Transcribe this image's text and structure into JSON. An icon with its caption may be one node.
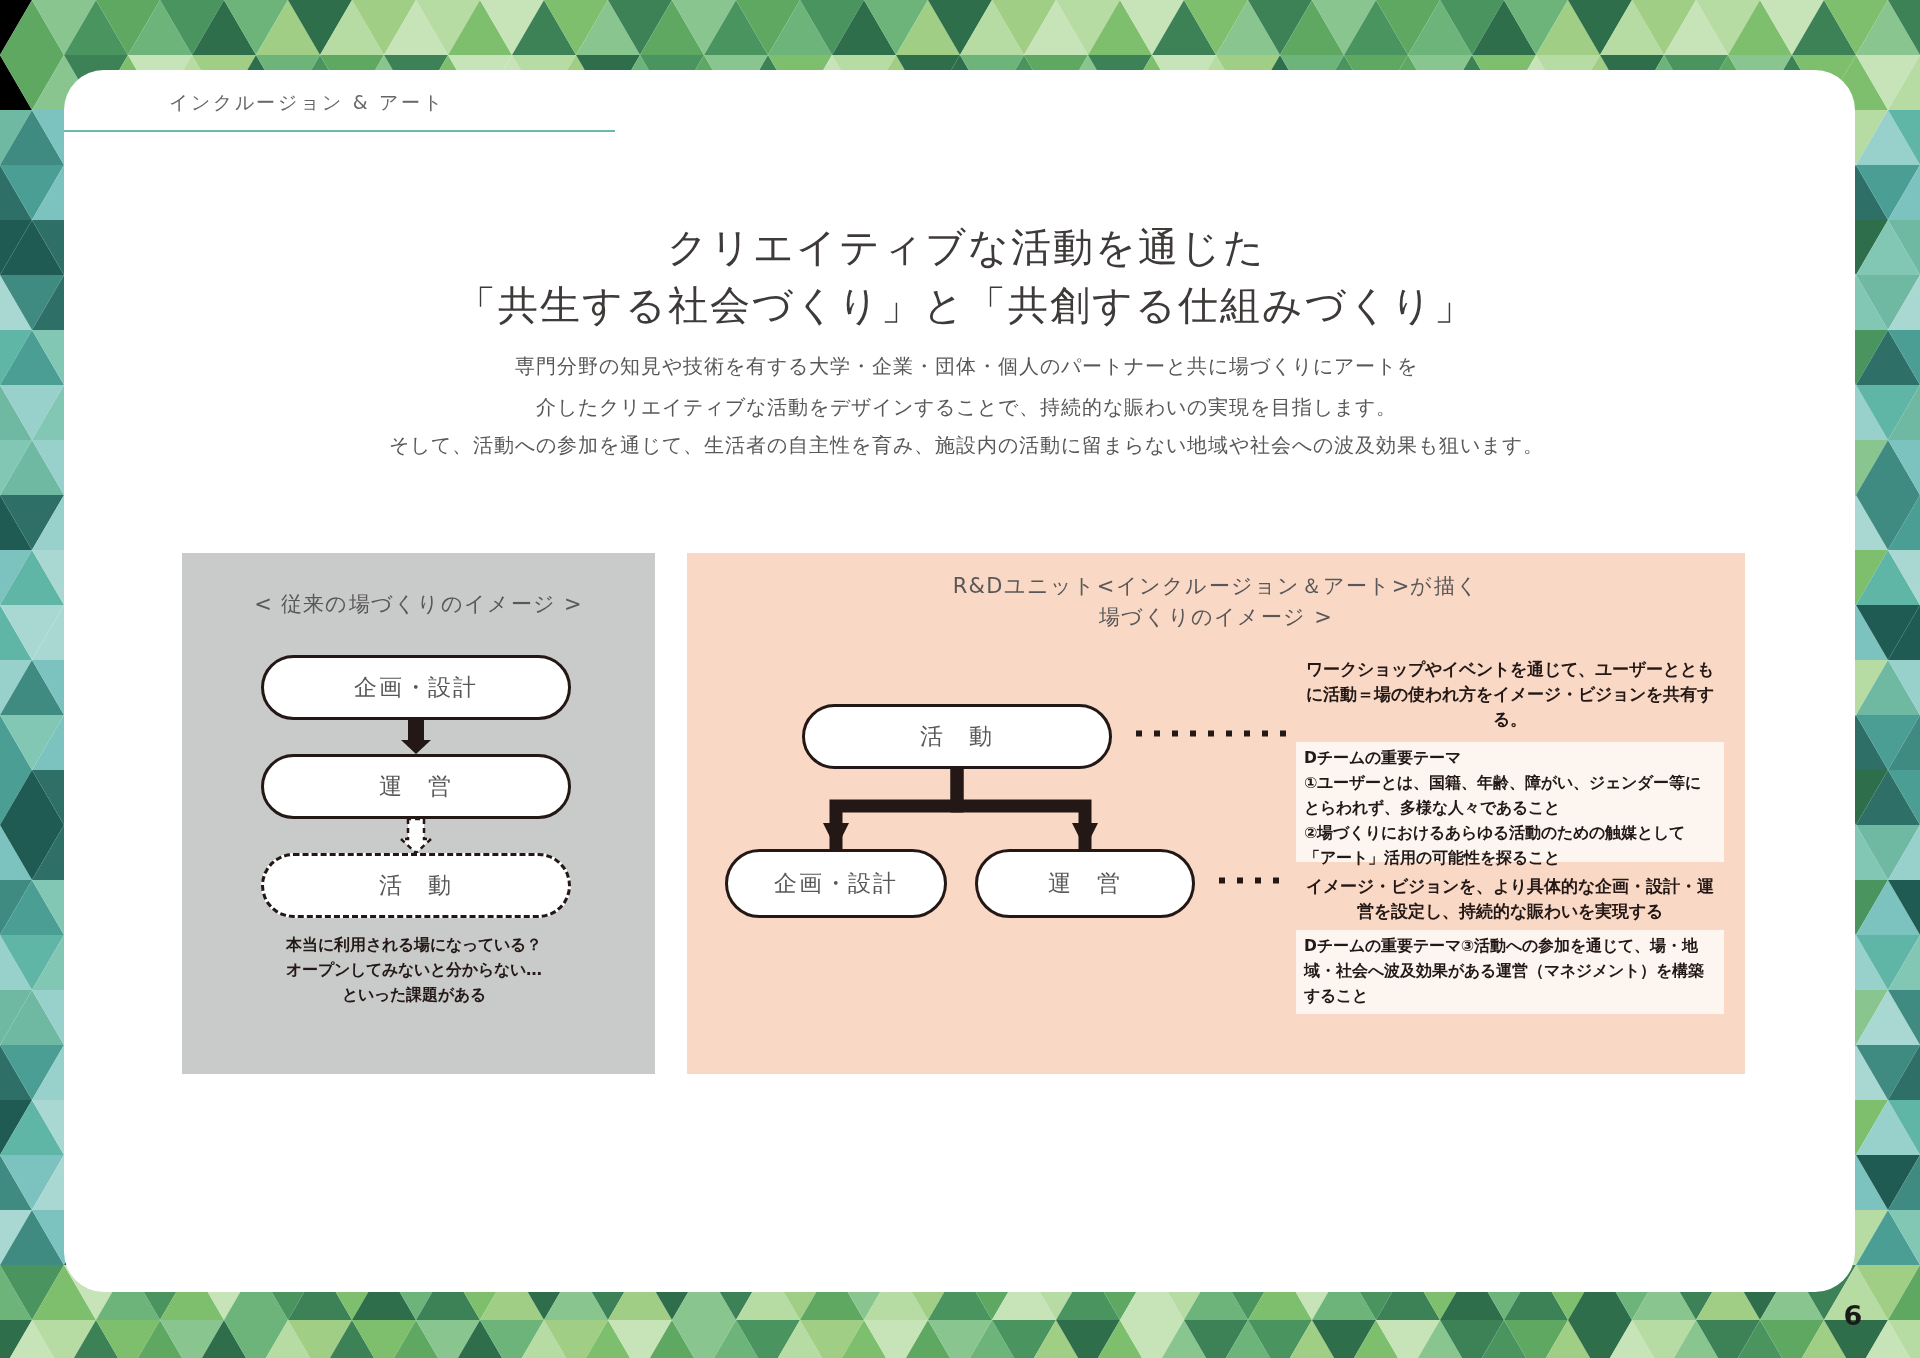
{
  "diagram": {
    "title": "クリエイティブな活動を通じた「共生する社会づくり」と「共創する仕組みづくり」",
    "nodes": [
      {
        "text": [
          "< 従来の場づくりのイメージ >"
        ]
      },
      {
        "text": [
          "企画・設計"
        ],
        "in": 0
      },
      {
        "text": [
          "運　営"
        ],
        "in": 0
      },
      {
        "text": [
          "活　動"
        ],
        "in": 0
      },
      {
        "text": [
          "R&Dユニット<インクルージョン＆アート>が描く場づくりのイメージ >"
        ]
      },
      {
        "text": [
          "活　動"
        ],
        "in": 4
      },
      {
        "text": [
          "企画・設計"
        ],
        "in": 4
      },
      {
        "text": [
          "運　営"
        ],
        "in": 4
      },
      {
        "text": [
          "ワークショップやイベントを通じて、ユーザーとともに活動＝場の使われ方をイメージ・ビジョンを共有する。"
        ],
        "in": 4
      },
      {
        "text": [
          "Dチームの重要テーマ",
          "①ユーザーとは、国籍、年齢、障がい、ジェンダー等にとらわれず、多様な人々であること",
          "②場づくりにおけるあらゆる活動のための触媒として「アート」活用の可能性を探ること"
        ],
        "in": 4
      },
      {
        "text": [
          "イメージ・ビジョンを、より具体的な企画・設計・運営を設定し、持続的な賑わいを実現する"
        ],
        "in": 4
      },
      {
        "text": [
          "Dチームの重要テーマ③活動への参加を通じて、場・地域・社会へ波及効果がある運営（マネジメント）を構築すること"
        ],
        "in": 4
      }
    ],
    "edges": [
      {
        "from": 1,
        "to": 2,
        "arrow": "to"
      },
      {
        "from": 2,
        "to": 3,
        "arrow": "to",
        "style": "dashed",
        "color": "#ffffff"
      },
      {
        "from": 5,
        "to": 6,
        "arrow": "to",
        "style": "thick"
      },
      {
        "from": 5,
        "to": 7,
        "arrow": "to",
        "style": "thick"
      },
      {
        "from": 5,
        "to": 8,
        "arrow": "none",
        "style": "dashed"
      },
      {
        "from": 7,
        "to": 10,
        "arrow": "none",
        "style": "dashed"
      }
    ],
    "labels": [
      "インクルージョン & アート",
      "専門分野の知見や技術を有する大学・企業・団体・個人のパートナーと共に場づくりにアートを介したクリエイティブな活動をデザインすることで、持続的な賑わいの実現を目指します。",
      "そして、活動への参加を通じて、生活者の自主性を育み、施設内の活動に留まらない地域や社会への波及効果も狙います。",
      "本当に利用される場になっている？オープンしてみないと分からない…といった課題がある",
      "6"
    ]
  }
}
